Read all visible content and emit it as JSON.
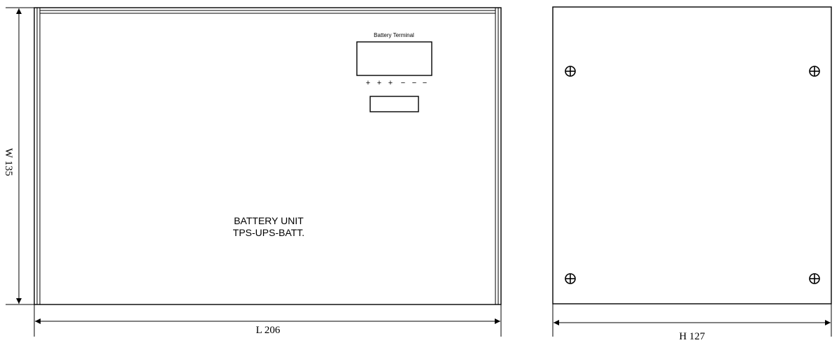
{
  "front_view": {
    "terminal_label": "Battery Terminal",
    "terminal_signs": [
      "+",
      "+",
      "+",
      "−",
      "−",
      "−"
    ],
    "unit_name": "BATTERY UNIT",
    "model": "TPS-UPS-BATT."
  },
  "dimensions": {
    "length": "L 206",
    "width": "W 135",
    "height": "H 127"
  },
  "side_view": {
    "screw_icon": "circle-plus-icon"
  }
}
